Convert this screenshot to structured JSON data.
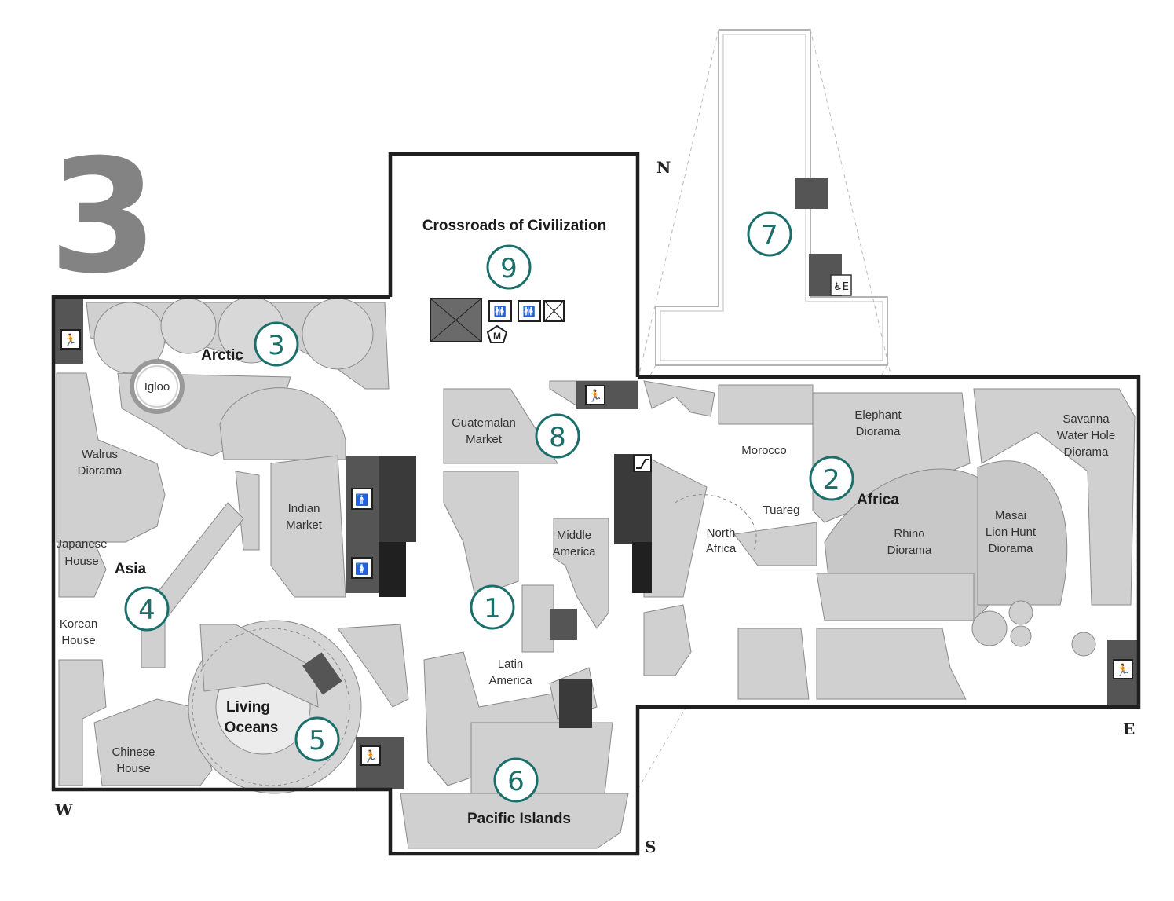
{
  "floor": {
    "number": "3"
  },
  "compass": {
    "north": "N",
    "south": "S",
    "east": "E",
    "west": "W"
  },
  "galleries": [
    {
      "id": "1",
      "name": "Latin America"
    },
    {
      "id": "2",
      "name": "Africa"
    },
    {
      "id": "3",
      "name": "Arctic"
    },
    {
      "id": "4",
      "name": "Asia"
    },
    {
      "id": "5",
      "name": "Living Oceans"
    },
    {
      "id": "6",
      "name": "Pacific Islands"
    },
    {
      "id": "7",
      "name": ""
    },
    {
      "id": "8",
      "name": "Guatemalan Market"
    },
    {
      "id": "9",
      "name": "Crossroads of Civilization"
    }
  ],
  "labels": {
    "crossroads": "Crossroads of Civilization",
    "arctic": "Arctic",
    "asia": "Asia",
    "africa": "Africa",
    "pacific": "Pacific Islands",
    "living_oceans_1": "Living",
    "living_oceans_2": "Oceans",
    "igloo": "Igloo",
    "walrus_1": "Walrus",
    "walrus_2": "Diorama",
    "japanese_1": "Japanese",
    "japanese_2": "House",
    "korean_1": "Korean",
    "korean_2": "House",
    "chinese_1": "Chinese",
    "chinese_2": "House",
    "indian_1": "Indian",
    "indian_2": "Market",
    "guatemalan_1": "Guatemalan",
    "guatemalan_2": "Market",
    "middle_america_1": "Middle",
    "middle_america_2": "America",
    "latin_america_1": "Latin",
    "latin_america_2": "America",
    "north_africa_1": "North",
    "north_africa_2": "Africa",
    "morocco": "Morocco",
    "tuareg": "Tuareg",
    "elephant_1": "Elephant",
    "elephant_2": "Diorama",
    "savanna_1": "Savanna",
    "savanna_2": "Water Hole",
    "savanna_3": "Diorama",
    "rhino_1": "Rhino",
    "rhino_2": "Diorama",
    "masai_1": "Masai",
    "masai_2": "Lion Hunt",
    "masai_3": "Diorama"
  },
  "icons": [
    "exit-icon",
    "restroom-icon",
    "elevator-icon",
    "escalator-icon",
    "accessible-icon",
    "museum-store-icon"
  ],
  "colors": {
    "wall": "#1f1f1f",
    "exhibit": "#d0d0d0",
    "stairs": "#444444",
    "marker": "#1a6f6b",
    "floor_number": "#838383"
  },
  "marker_text": {
    "store": "M",
    "accessible": "♿E"
  }
}
